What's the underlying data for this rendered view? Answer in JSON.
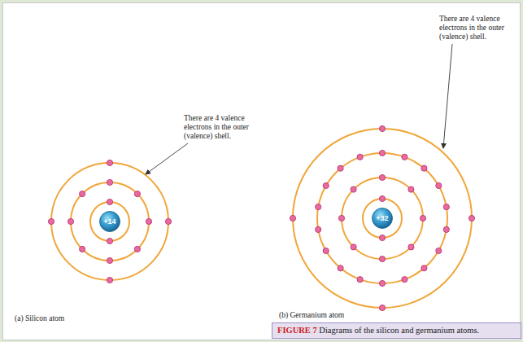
{
  "diagram": {
    "caption": "FIGURE 7 Diagrams of the silicon and germanium atoms.",
    "nodes": [
      {
        "text": [
          "+14"
        ]
      },
      {
        "text": [
          "+32"
        ]
      }
    ],
    "labels": [
      "There are 4 valence electrons in the outer (valence) shell.",
      "There are 4 valence electrons in the outer (valence) shell.",
      "(a) Silicon atom",
      "(b) Germanium atom"
    ]
  }
}
